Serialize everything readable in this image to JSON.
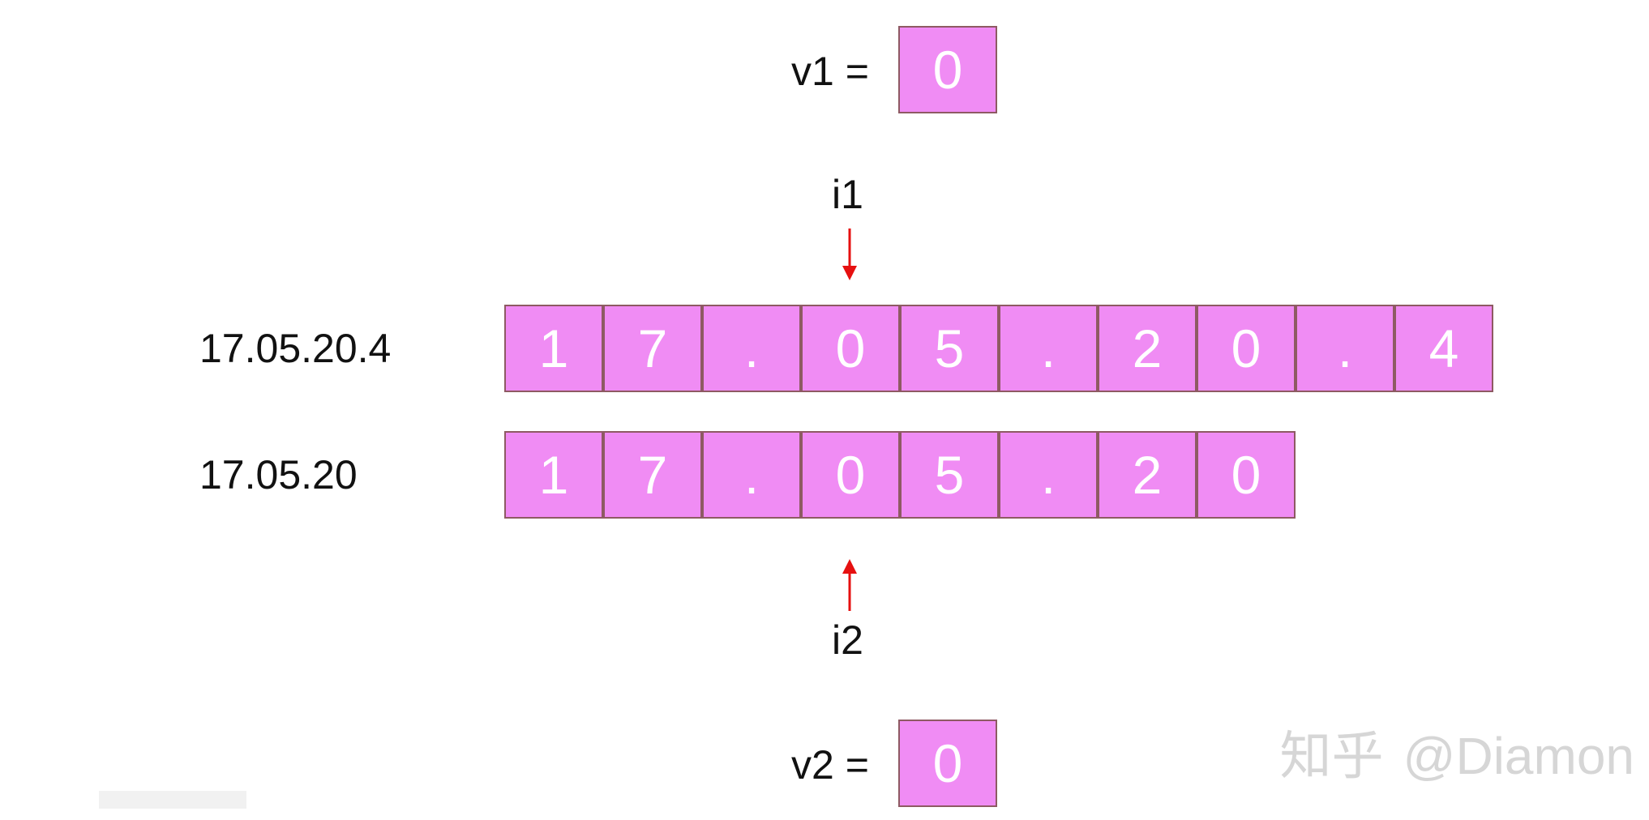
{
  "v1": {
    "label": "v1 =",
    "value": "0"
  },
  "i1": {
    "label": "i1"
  },
  "version_a": {
    "label": "17.05.20.4",
    "cells": [
      "1",
      "7",
      ".",
      "0",
      "5",
      ".",
      "2",
      "0",
      ".",
      "4"
    ]
  },
  "version_b": {
    "label": "17.05.20",
    "cells": [
      "1",
      "7",
      ".",
      "0",
      "5",
      ".",
      "2",
      "0"
    ]
  },
  "i2": {
    "label": "i2"
  },
  "v2": {
    "label": "v2 =",
    "value": "0"
  },
  "watermark": {
    "site": "知乎",
    "user": "@Diamon"
  },
  "colors": {
    "cell_fill": "#f08cf4",
    "cell_border": "#8e5a63",
    "cell_text": "#ffffff",
    "arrow": "#e61010",
    "text": "#111111",
    "watermark": "#d6d6d6"
  }
}
